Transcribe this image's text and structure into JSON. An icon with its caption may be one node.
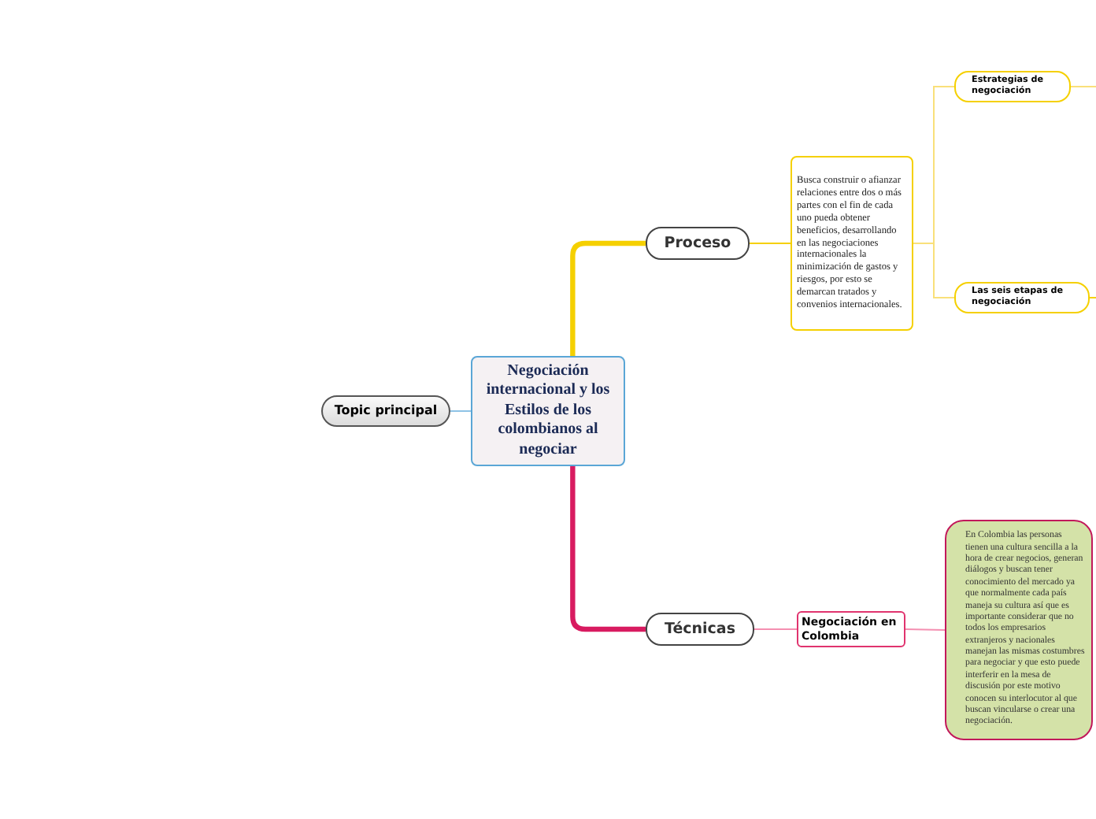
{
  "diagram": {
    "nodes": [
      {
        "text": [
          "Topic principal"
        ]
      },
      {
        "text": [
          "Negociación internacional y los Estilos de los colombianos al negociar"
        ]
      },
      {
        "text": [
          "Proceso"
        ]
      },
      {
        "text": [
          "Busca construir o afianzar relaciones entre dos o más partes con el fin de cada uno pueda obtener beneficios, desarrollando en las negociaciones internacionales la minimización de gastos y riesgos, por esto se demarcan tratados y convenios internacionales."
        ]
      },
      {
        "text": [
          "Estrategias de negociación"
        ]
      },
      {
        "text": [
          "Las seis etapas de negociación"
        ]
      },
      {
        "text": [
          "Técnicas"
        ]
      },
      {
        "text": [
          "Negociación en Colombia"
        ]
      },
      {
        "text": [
          "En Colombia las personas tienen una cultura sencilla a la hora de crear negocios, generan diálogos y buscan tener conocimiento del mercado ya que normalmente cada país maneja su cultura así que es importante considerar que no todos los empresarios extranjeros y nacionales manejan las mismas costumbres para negociar y que esto puede interferir en la mesa de discusión por este motivo conocen su interlocutor al que buscan vincularse o crear una negociación."
        ]
      }
    ],
    "edges": [
      {
        "from": 0,
        "to": 1,
        "arrow": "none",
        "color": "#8ec3e6"
      },
      {
        "from": 1,
        "to": 2,
        "arrow": "none",
        "style": "thick",
        "color": "#f5d000"
      },
      {
        "from": 1,
        "to": 6,
        "arrow": "none",
        "style": "thick",
        "color": "#d81b60"
      },
      {
        "from": 2,
        "to": 3,
        "arrow": "none",
        "color": "#f5d000"
      },
      {
        "from": 3,
        "to": 4,
        "arrow": "none",
        "color": "#f9e07a"
      },
      {
        "from": 3,
        "to": 5,
        "arrow": "none",
        "color": "#f9e07a"
      },
      {
        "from": 4,
        "to": null,
        "arrow": "none",
        "color": "#f9e07a"
      },
      {
        "from": 5,
        "to": null,
        "arrow": "none",
        "color": "#f5d000"
      },
      {
        "from": 6,
        "to": 7,
        "arrow": "none",
        "color": "#f48fb1"
      },
      {
        "from": 7,
        "to": 8,
        "arrow": "none",
        "color": "#f48fb1"
      }
    ]
  }
}
